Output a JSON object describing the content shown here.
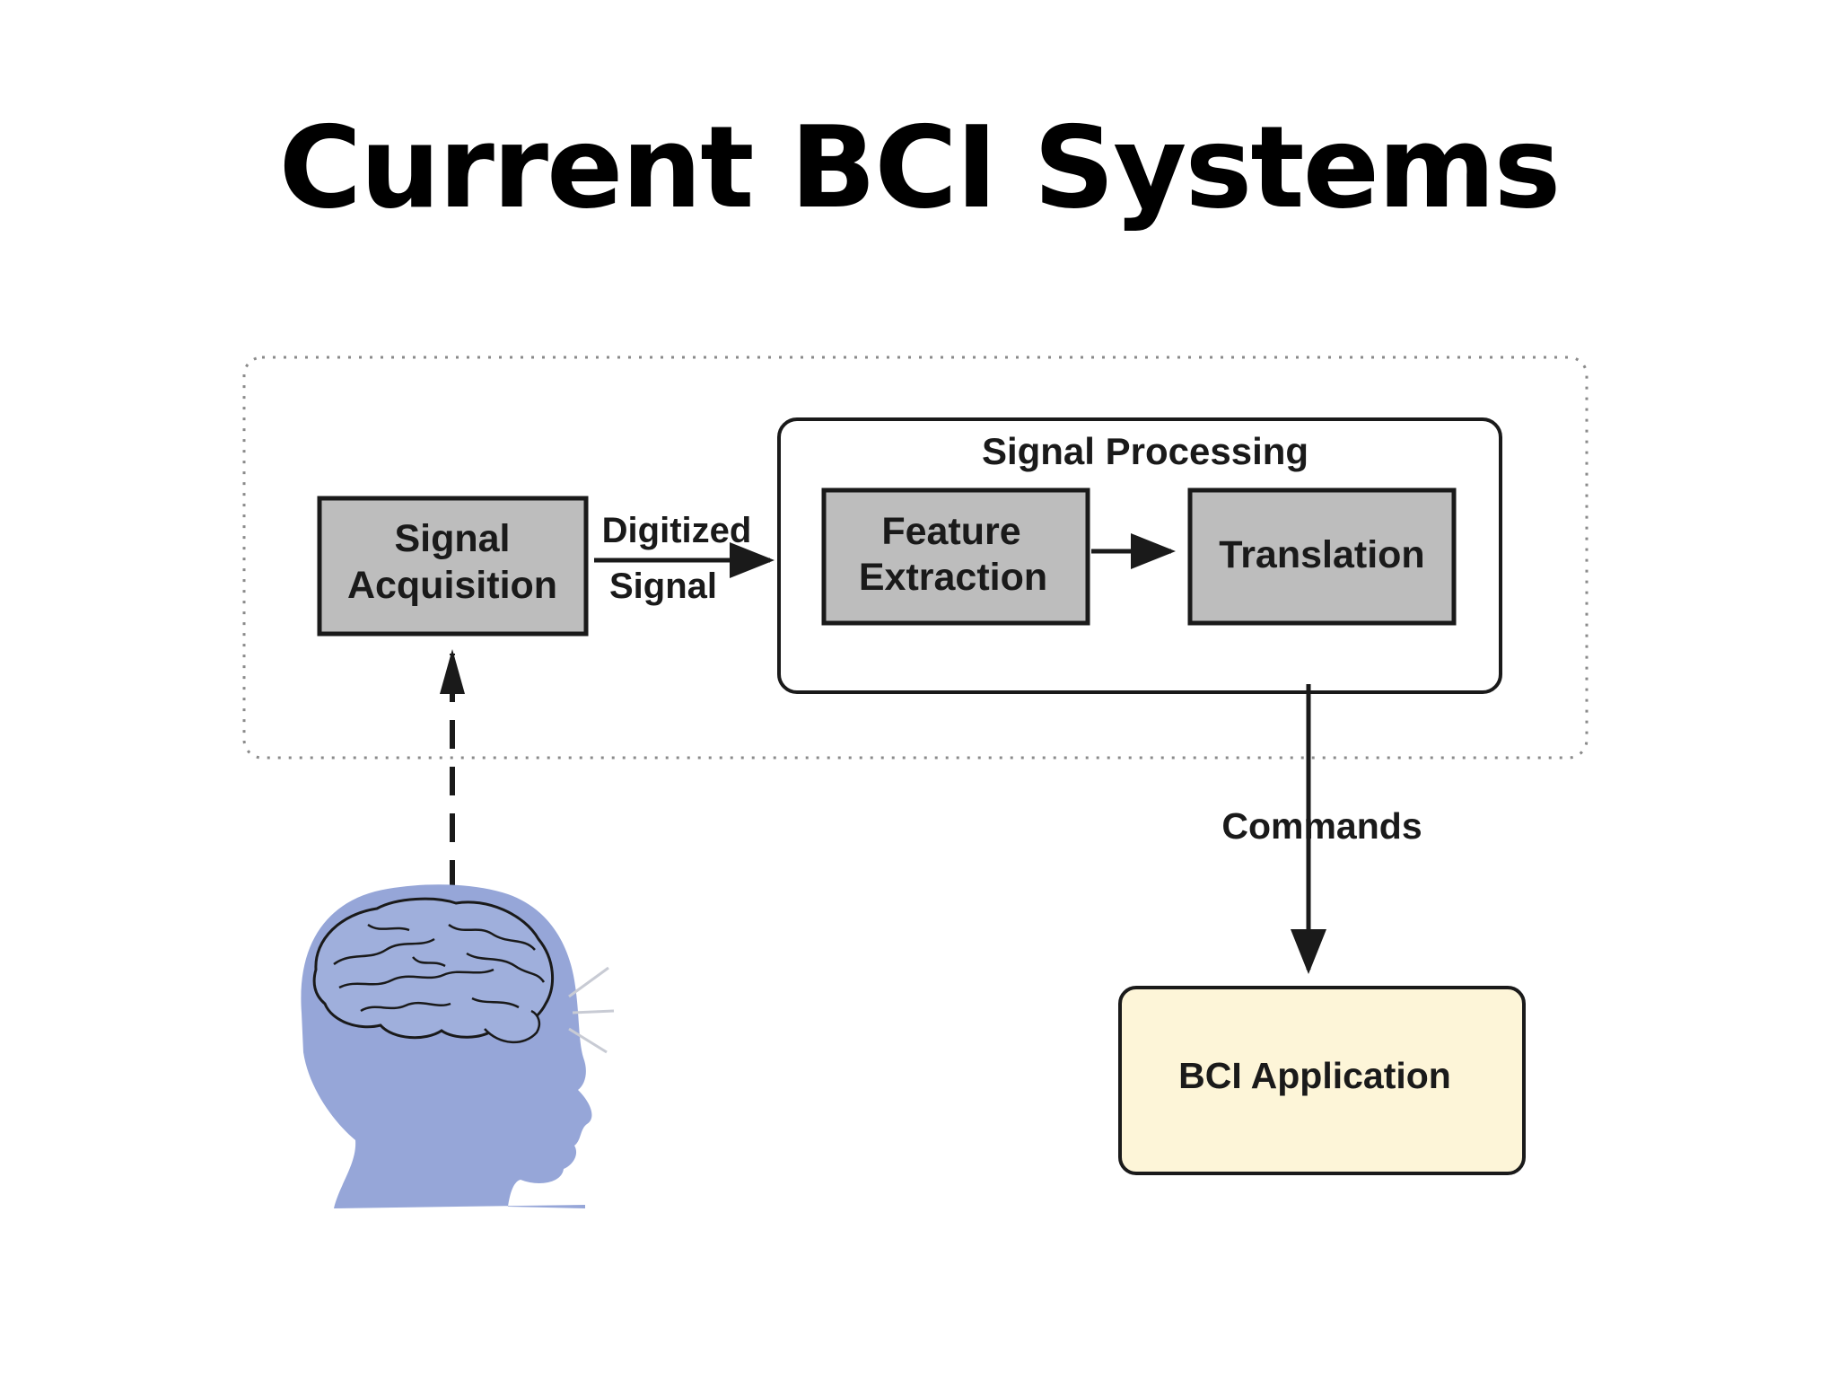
{
  "slide": {
    "title": "Current BCI Systems"
  },
  "diagram": {
    "signal_acquisition": [
      "Signal",
      "Acquisition"
    ],
    "digitized_signal": [
      "Digitized",
      "Signal"
    ],
    "signal_processing": "Signal Processing",
    "feature_extraction": [
      "Feature",
      "Extraction"
    ],
    "translation": "Translation",
    "commands": "Commands",
    "bci_application": "BCI Application"
  },
  "colors": {
    "block_fill": "#bdbdbd",
    "application_fill": "#fdf5d8",
    "head_fill": "#96a6d8",
    "line": "#1a1a1a"
  },
  "icons": [
    "brain-head-icon"
  ]
}
